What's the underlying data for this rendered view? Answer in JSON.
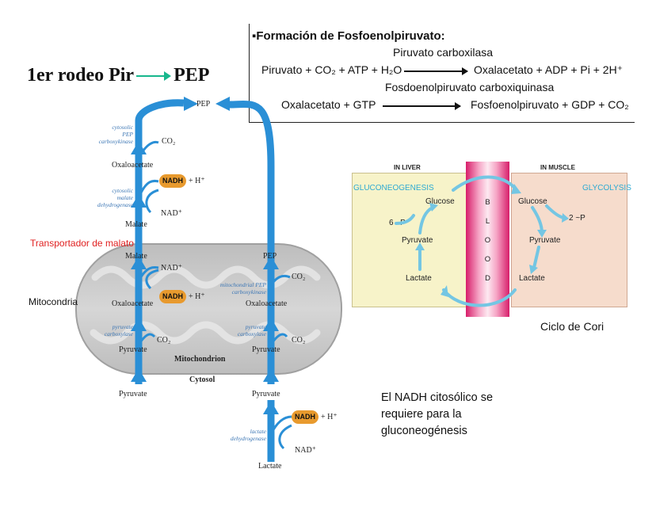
{
  "title": {
    "main_left": "1er rodeo Pir",
    "main_right": "PEP"
  },
  "reactions": {
    "header": "▪Formación de Fosfoenolpiruvato:",
    "enzyme1": "Piruvato carboxilasa",
    "eq1_left": "Piruvato + CO₂ + ATP + H₂O",
    "eq1_right": "Oxalacetato + ADP + Pi + 2H⁺",
    "enzyme2": "Fosdoenolpiruvato carboxiquinasa",
    "eq2_left": "Oxalacetato + GTP",
    "eq2_right": "Fosfoenolpiruvato + GDP + CO₂"
  },
  "pathway": {
    "pep_top": "PEP",
    "co2_top": "CO₂",
    "enz_cyto_pepck": "cytosolic\nPEP\ncarboxykinase",
    "oxaloacetate_cyto": "Oxaloacetate",
    "nadh": "NADH",
    "plus_h": "+ H⁺",
    "enz_cyto_mdh": "cytosolic\nmalate\ndehydrogenase",
    "nad_plus": "NAD⁺",
    "malate_cyto": "Malate",
    "transporter": "Transportador de malato",
    "malate_mito": "Malate",
    "oxaloacetate_mito": "Oxaloacetate",
    "mitocondria": "Mitocondria",
    "enz_pyr_carb": "pyruvate\ncarboxylase",
    "co2": "CO₂",
    "pyruvate": "Pyruvate",
    "mitochondrion": "Mitochondrion",
    "cytosol": "Cytosol",
    "pep_mito": "PEP",
    "enz_mito_pepck": "mitochondrial PEP\ncarboxykinase",
    "enz_ldh": "lactate\ndehydrogenase",
    "lactate": "Lactate"
  },
  "cori": {
    "in_liver": "IN LIVER",
    "in_muscle": "IN MUSCLE",
    "gluconeogenesis": "GLUCONEOGENESIS",
    "glycolysis": "GLYCOLYSIS",
    "glucose": "Glucose",
    "pyruvate": "Pyruvate",
    "lactate": "Lactate",
    "six_p": "6 ~P",
    "two_p": "2 ~P",
    "blood_letters": [
      "B",
      "L",
      "O",
      "O",
      "D"
    ],
    "caption": "Ciclo de Cori"
  },
  "note": "El NADH citosólico se requiere para la gluconeogénesis",
  "colors": {
    "arrow_blue": "#2a8fd6",
    "nadh_orange": "#e89a2e",
    "transporter_red": "#e02020",
    "title_arrow": "#17b78d"
  }
}
